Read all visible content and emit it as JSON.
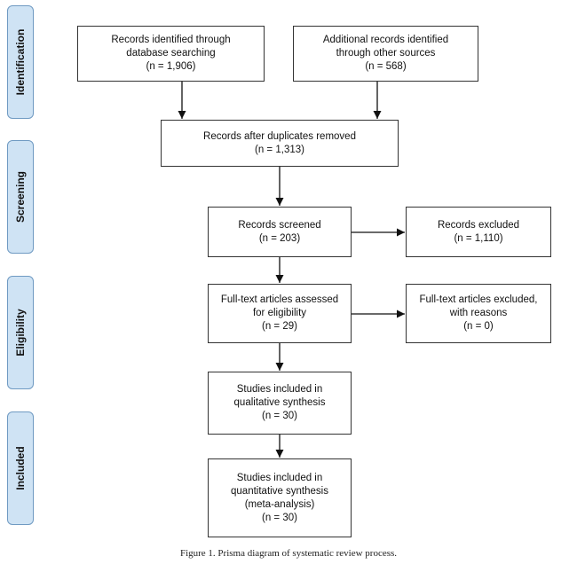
{
  "stages": {
    "identification": "Identification",
    "screening": "Screening",
    "eligibility": "Eligibility",
    "included": "Included"
  },
  "boxes": {
    "db_search": "Records identified through\ndatabase searching\n(n = 1,906)",
    "other_sources": "Additional records identified\nthrough other sources\n(n = 568)",
    "after_duplicates": "Records after duplicates removed\n(n = 1,313)",
    "screened": "Records screened\n(n = 203)",
    "excluded": "Records excluded\n(n = 1,110)",
    "fulltext_assessed": "Full-text articles assessed\nfor eligibility\n(n = 29)",
    "fulltext_excluded": "Full-text articles excluded,\nwith reasons\n(n = 0)",
    "qualitative": "Studies included in\nqualitative synthesis\n(n = 30)",
    "quantitative": "Studies included in\nquantitative synthesis\n(meta-analysis)\n(n = 30)"
  },
  "caption": "Figure 1. Prisma diagram of systematic review process."
}
